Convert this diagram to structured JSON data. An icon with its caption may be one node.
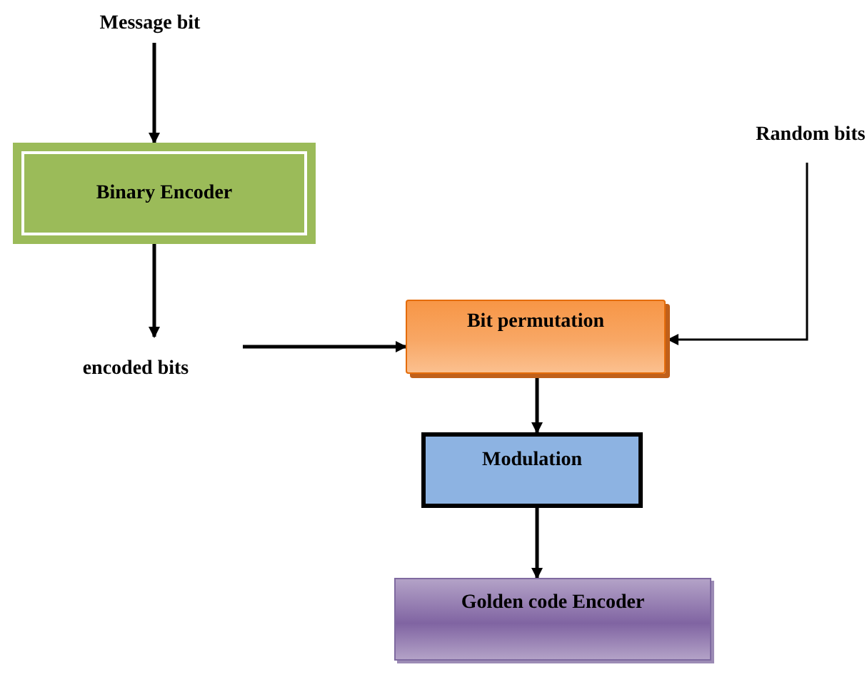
{
  "diagram": {
    "nodes": [
      {
        "text": [
          "Message bit"
        ]
      },
      {
        "text": [
          "Binary Encoder"
        ]
      },
      {
        "text": [
          "encoded bits"
        ]
      },
      {
        "text": [
          "Random bits"
        ]
      },
      {
        "text": [
          "Bit permutation"
        ]
      },
      {
        "text": [
          "Modulation"
        ]
      },
      {
        "text": [
          "Golden code Encoder"
        ]
      }
    ],
    "edges": [
      {
        "from": 0,
        "to": 1,
        "arrow": "to"
      },
      {
        "from": 1,
        "to": 2,
        "arrow": "to"
      },
      {
        "from": 2,
        "to": 4,
        "arrow": "to"
      },
      {
        "from": 3,
        "to": 4,
        "arrow": "to"
      },
      {
        "from": 4,
        "to": 5,
        "arrow": "to"
      },
      {
        "from": 5,
        "to": 6,
        "arrow": "to"
      }
    ]
  }
}
